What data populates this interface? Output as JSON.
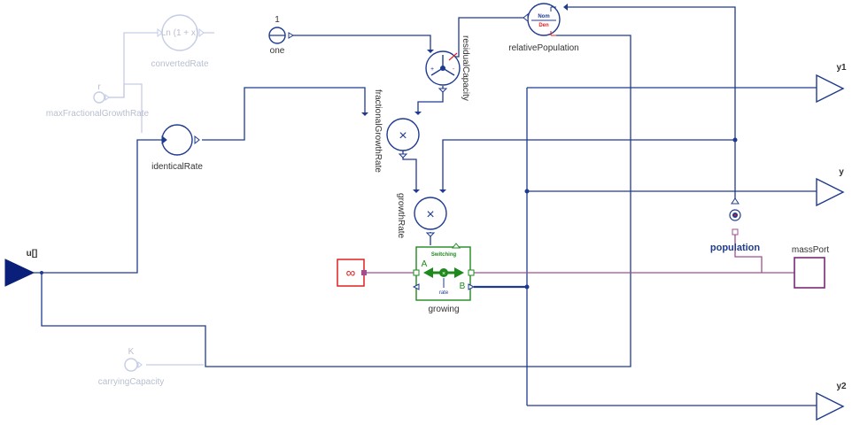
{
  "diagram": {
    "colors": {
      "signal": "#1f3b8f",
      "faded": "#c5cde6",
      "mass_port": "#a0508f",
      "flow": "#1e8a1e",
      "source": "#e02020"
    },
    "inputs": {
      "u": "u[]"
    },
    "outputs": {
      "y1": "y1",
      "y": "y",
      "y2": "y2"
    },
    "blocks": {
      "converted_rate": {
        "name": "convertedRate",
        "symbol": "Ln (1 + x)"
      },
      "max_growth": {
        "name": "maxFractionalGrowthRate",
        "param": "r"
      },
      "identical_rate": {
        "name": "identicalRate"
      },
      "one": {
        "name": "one",
        "value": "1"
      },
      "residual_capacity": {
        "name": "residualCapacity",
        "plus": "+",
        "minus": "-"
      },
      "relative_population": {
        "name": "relativePopulation",
        "num": "Nom",
        "den": "Den"
      },
      "fractional_growth": {
        "name": "fractionalGrowthRate"
      },
      "growth_rate": {
        "name": "growthRate"
      },
      "carrying_capacity": {
        "name": "carryingCapacity",
        "param": "K"
      },
      "population": {
        "name": "population"
      },
      "mass_port": {
        "name": "massPort"
      },
      "source": {
        "symbol": "∞"
      },
      "growing": {
        "name": "growing",
        "mode": "Switching",
        "port_a": "A",
        "port_b": "B",
        "rate": "rate"
      }
    }
  }
}
